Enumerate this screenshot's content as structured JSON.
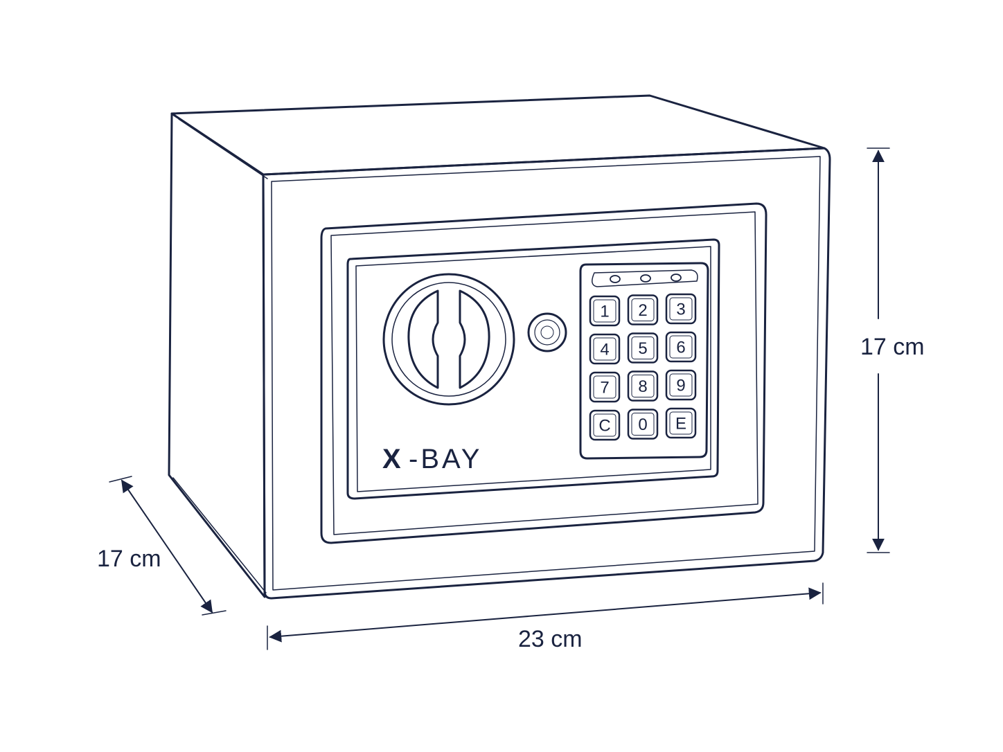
{
  "brand": {
    "mark": "X",
    "label": "-BAY"
  },
  "dimensions": {
    "height": "17 cm",
    "depth": "17 cm",
    "width": "23 cm"
  },
  "keypad": {
    "keys": [
      "1",
      "2",
      "3",
      "4",
      "5",
      "6",
      "7",
      "8",
      "9",
      "C",
      "0",
      "E"
    ],
    "indicator_lights": 3
  },
  "colors": {
    "ink": "#1a2340",
    "background": "#ffffff"
  }
}
